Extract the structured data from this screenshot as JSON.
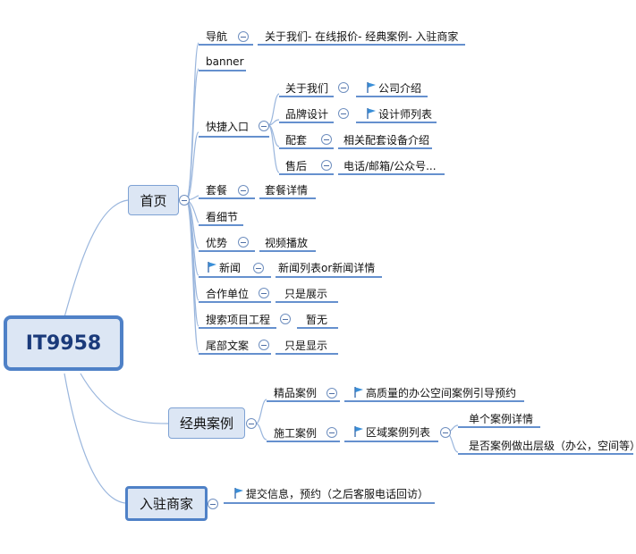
{
  "root": "IT9958",
  "main": {
    "home": "首页",
    "cases": "经典案例",
    "merchant": "入驻商家"
  },
  "home": {
    "nav": {
      "label": "导航",
      "child": "关于我们- 在线报价- 经典案例- 入驻商家"
    },
    "banner": "banner",
    "quick": {
      "label": "快捷入口",
      "items": [
        {
          "label": "关于我们",
          "child": "公司介绍"
        },
        {
          "label": "品牌设计",
          "child": "设计师列表"
        },
        {
          "label": "配套",
          "child": "相关配套设备介绍"
        },
        {
          "label": "售后",
          "child": "电话/邮箱/公众号..."
        }
      ]
    },
    "package": {
      "label": "套餐",
      "child": "套餐详情"
    },
    "detail": "看细节",
    "advantage": {
      "label": "优势",
      "child": "视频播放"
    },
    "news": {
      "label": "新闻",
      "child": "新闻列表or新闻详情"
    },
    "partner": {
      "label": "合作单位",
      "child": "只是展示"
    },
    "search": {
      "label": "搜索项目工程",
      "child": "暂无"
    },
    "footer": {
      "label": "尾部文案",
      "child": "只是显示"
    }
  },
  "cases": {
    "premium": {
      "label": "精品案例",
      "child": "高质量的办公空间案例引导预约"
    },
    "construction": {
      "label": "施工案例",
      "child": "区域案例列表",
      "subs": [
        "单个案例详情",
        "是否案例做出层级（办公，空间等）"
      ]
    }
  },
  "merchant": {
    "child": "提交信息，预约（之后客服电话回访）"
  },
  "colors": {
    "line": "#4f81c7",
    "branch": "#9ab6dd",
    "node": "#dce6f4"
  }
}
